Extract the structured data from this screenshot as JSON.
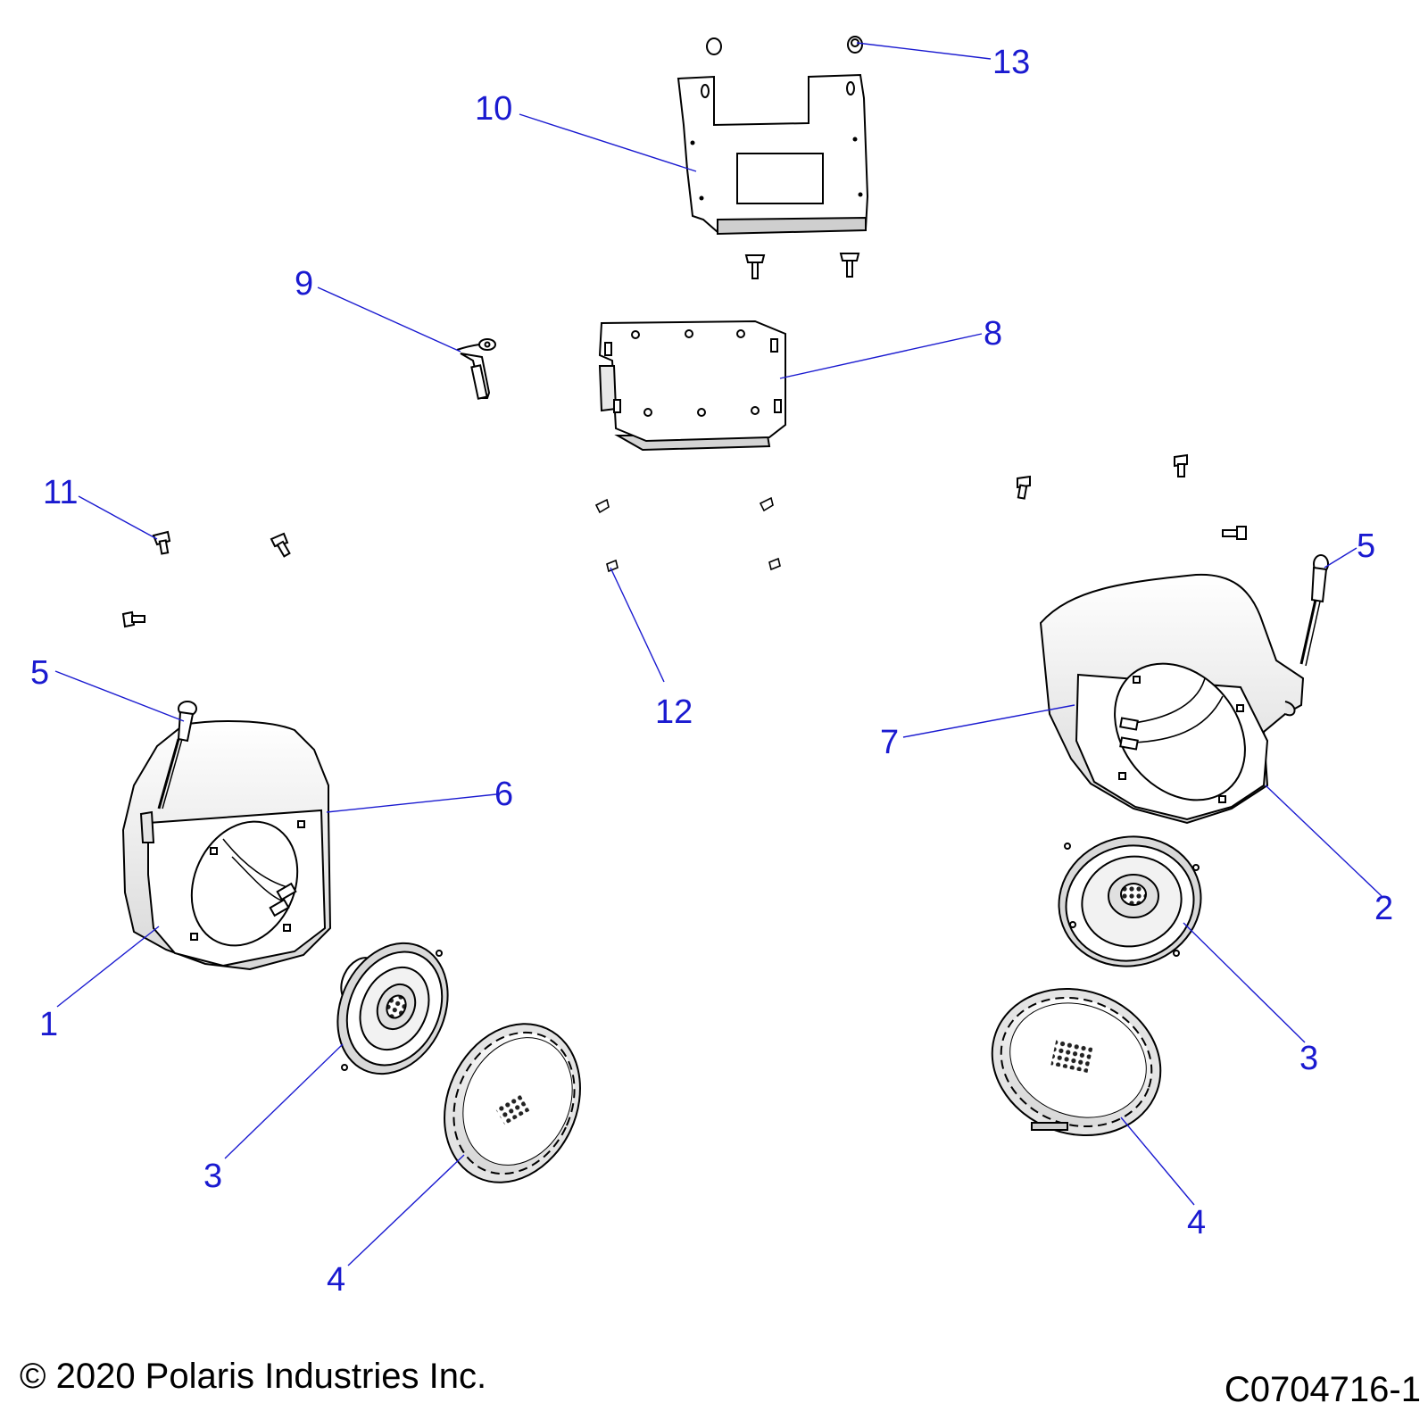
{
  "callout_color": "#1a1ad0",
  "leader_color": "#1a1ad0",
  "line_color": "#000000",
  "part_fill": "#ffffff",
  "shade_fill": "#dcdcdc",
  "callouts": {
    "c1": "1",
    "c2": "2",
    "c3_left": "3",
    "c3_right": "3",
    "c4_left": "4",
    "c4_right": "4",
    "c5_left": "5",
    "c5_right": "5",
    "c6": "6",
    "c7": "7",
    "c8": "8",
    "c9": "9",
    "c10": "10",
    "c11": "11",
    "c12": "12",
    "c13": "13"
  },
  "footer": {
    "copyright": "© 2020 Polaris Industries Inc.",
    "drawing_number": "C0704716-1"
  }
}
